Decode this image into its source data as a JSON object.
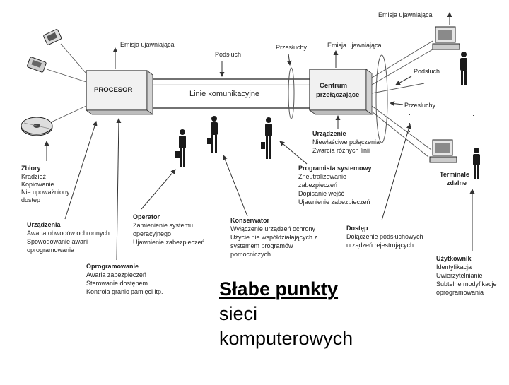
{
  "diagram": {
    "procesor": "PROCESOR",
    "centrum": [
      "Centrum",
      "przełączające"
    ],
    "linie": "Linie komunikacyjne",
    "emisja": "Emisja ujawniająca",
    "podsluch": "Podsłuch",
    "przesluchy": "Przesłuchy",
    "terminale": [
      "Terminale",
      "zdalne"
    ],
    "groups": [
      {
        "key": "zbiory",
        "title": "Zbiory",
        "lines": [
          "Kradzież",
          "Kopiowanie",
          "Nie upoważniony",
          "dostęp"
        ]
      },
      {
        "key": "urzadzenia",
        "title": "Urządzenia",
        "lines": [
          "Awaria obwodów ochronnych",
          "Spowodowanie awarii",
          "oprogramowania"
        ]
      },
      {
        "key": "oprogramowanie",
        "title": "Oprogramowanie",
        "lines": [
          "Awaria zabezpieczeń",
          "Sterowanie dostępem",
          "Kontrola granic pamięci itp."
        ]
      },
      {
        "key": "operator",
        "title": "Operator",
        "lines": [
          "Zamienienie systemu",
          "operacyjnego",
          "Ujawnienie zabezpieczeń"
        ]
      },
      {
        "key": "konserwator",
        "title": "Konserwator",
        "lines": [
          "Wyłączenie urządzeń ochrony",
          "Użycie nie współdziałających z",
          "systemem programów",
          "pomocniczych"
        ]
      },
      {
        "key": "programista",
        "title": "Programista systemowy",
        "lines": [
          "Zneutralizowanie",
          "zabezpieczeń",
          "Dopisanie wejść",
          "Ujawnienie zabezpieczeń"
        ]
      },
      {
        "key": "urzadzenie",
        "title": "Urządzenie",
        "lines": [
          "Niewłaściwe połączenia",
          "Zwarcia różnych linii"
        ]
      },
      {
        "key": "dostep",
        "title": "Dostęp",
        "lines": [
          "Dołączenie podsłuchowych",
          "urządzeń rejestrujących"
        ]
      },
      {
        "key": "uzytkownik",
        "title": "Użytkownik",
        "lines": [
          "Identyfikacja",
          "Uwierzytelnianie",
          "Subtelne modyfikacje",
          "oprogramowania"
        ]
      }
    ]
  },
  "caption": {
    "line1": "Słabe punkty",
    "line2": "sieci",
    "line3": "komputerowych"
  }
}
